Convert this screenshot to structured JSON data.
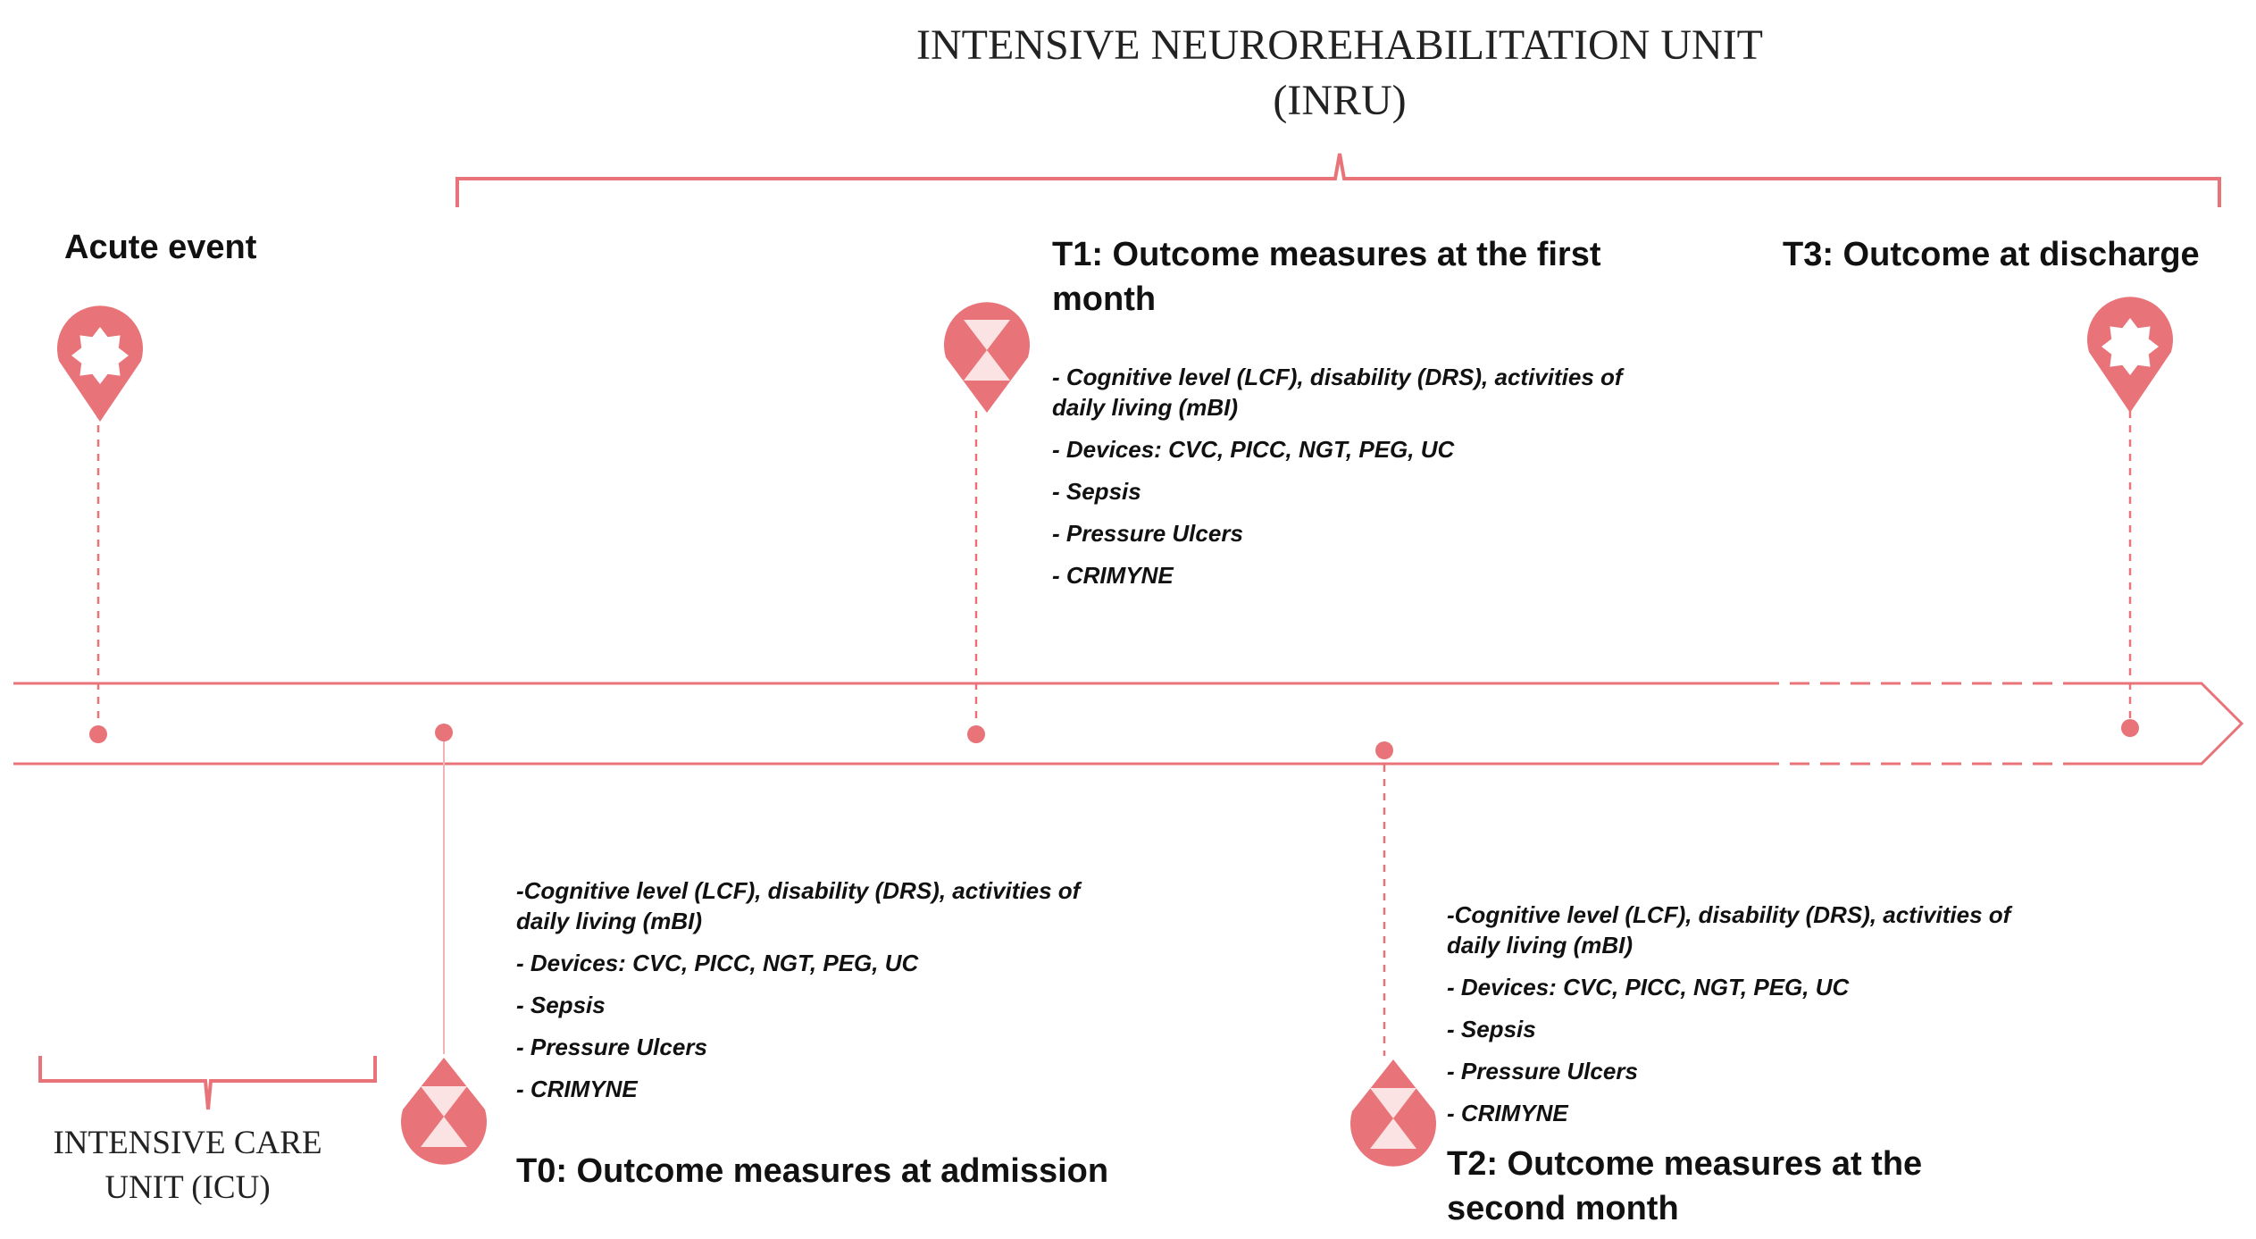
{
  "inru": {
    "title_line1": "INTENSIVE NEUROREHABILITATION UNIT",
    "title_line2": "(INRU)"
  },
  "icu": {
    "label_line1": "INTENSIVE CARE",
    "label_line2": "UNIT (ICU)"
  },
  "colors": {
    "accent": "#e8747a",
    "accent_light": "#f7d3d5",
    "text": "#111111"
  },
  "events": {
    "acute": {
      "heading": "Acute event",
      "icon": "star-map-pin-icon"
    },
    "t0": {
      "heading": "T0: Outcome measures at admission",
      "icon": "hourglass-pin-icon",
      "items": [
        "-Cognitive level (LCF), disability (DRS), activities of",
        "daily living (mBI)",
        "- Devices: CVC, PICC, NGT, PEG, UC",
        "- Sepsis",
        "- Pressure Ulcers",
        "- CRIMYNE"
      ]
    },
    "t1": {
      "heading_line1": "T1: Outcome measures at the first",
      "heading_line2": "month",
      "icon": "hourglass-pin-icon",
      "items": [
        "- Cognitive level (LCF), disability (DRS), activities of",
        "daily living (mBI)",
        "- Devices: CVC, PICC, NGT, PEG, UC",
        "- Sepsis",
        "- Pressure Ulcers",
        "- CRIMYNE"
      ]
    },
    "t2": {
      "heading_line1": "T2: Outcome measures at the",
      "heading_line2": "second month",
      "icon": "hourglass-pin-icon",
      "items": [
        "-Cognitive level  (LCF), disability (DRS), activities of",
        "daily living (mBI)",
        "- Devices: CVC, PICC, NGT, PEG, UC",
        "- Sepsis",
        "- Pressure Ulcers",
        "- CRIMYNE"
      ]
    },
    "t3": {
      "heading": "T3: Outcome at discharge",
      "icon": "star-map-pin-icon"
    }
  }
}
